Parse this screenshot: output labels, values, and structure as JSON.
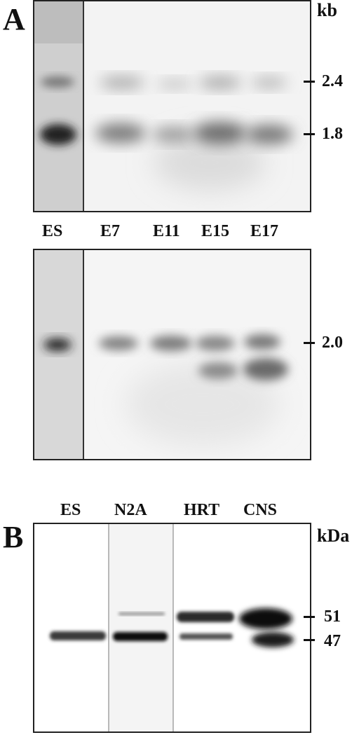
{
  "panelA": {
    "letter": "A",
    "unit": "kb",
    "lanes": [
      "ES",
      "E7",
      "E11",
      "E15",
      "E17"
    ],
    "top_markers": [
      "2.4",
      "1.8"
    ],
    "bottom_markers": [
      "2.0"
    ]
  },
  "panelB": {
    "letter": "B",
    "unit": "kDa",
    "lanes": [
      "ES",
      "N2A",
      "HRT",
      "CNS"
    ],
    "markers": [
      "51",
      "47"
    ]
  }
}
